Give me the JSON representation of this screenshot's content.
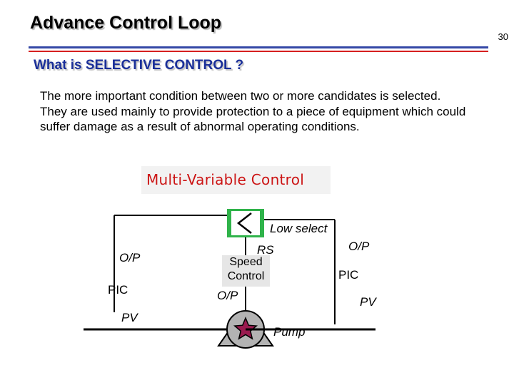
{
  "header": {
    "title": "Advance Control Loop",
    "slide_number": "30"
  },
  "section": {
    "subtitle": "What is SELECTIVE CONTROL ?",
    "description": "The more important condition between two or more candidates is selected. They are used mainly to provide protection to a piece of equipment which could suffer damage as a result of abnormal operating conditions."
  },
  "diagram": {
    "heading": "Multi-Variable Control",
    "selector_symbol": "<",
    "selector_label": "Low select",
    "left_controller": {
      "op": "O/P",
      "name": "PIC",
      "pv": "PV"
    },
    "right_controller": {
      "op": "O/P",
      "name": "PIC",
      "pv": "PV"
    },
    "speed_control": {
      "rs": "RS",
      "line1": "Speed",
      "line2": "Control",
      "op": "O/P"
    },
    "pump_label": "Pump",
    "colors": {
      "selector_fill": "#2fb34a",
      "heading_text": "#cc1414",
      "pump_star": "#9a1a4f",
      "pump_body": "#b3b3b3",
      "title_rule_blue": "#3347a6",
      "title_rule_red": "#d62020",
      "subtitle": "#1a2f99"
    }
  }
}
